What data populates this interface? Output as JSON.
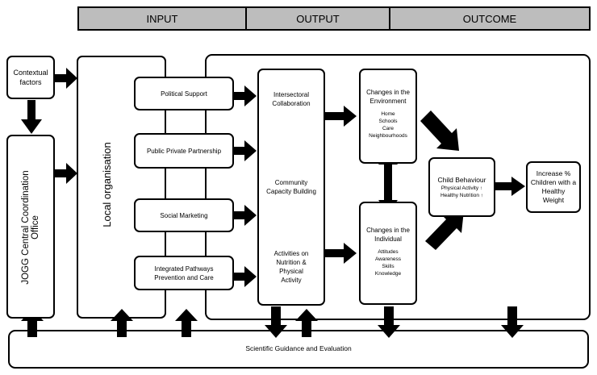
{
  "header": {
    "input": "INPUT",
    "output": "OUTPUT",
    "outcome": "OUTCOME"
  },
  "contextual": {
    "line1": "Contextual",
    "line2": "factors"
  },
  "jogg": {
    "line1": "JOGG Central Coordination",
    "line2": "Office"
  },
  "local_org": {
    "label": "Local organisation"
  },
  "inputs": [
    {
      "line1": "Political Support",
      "line2": ""
    },
    {
      "line1": "Public Private Partnership",
      "line2": ""
    },
    {
      "line1": "Social Marketing",
      "line2": ""
    },
    {
      "line1": "Integrated Pathways",
      "line2": "Prevention and Care"
    }
  ],
  "outputs": {
    "intersectoral": {
      "line1": "Intersectoral",
      "line2": "Collaboration"
    },
    "community": {
      "line1": "Community",
      "line2": "Capacity Building"
    },
    "activities": {
      "line1": "Activities on",
      "line2": "Nutrition &",
      "line3": "Physical",
      "line4": "Activity"
    }
  },
  "environment": {
    "title1": "Changes in the",
    "title2": "Environment",
    "items": [
      "Home",
      "Schools",
      "Care",
      "Neighbourhoods"
    ]
  },
  "individual": {
    "title1": "Changes in the",
    "title2": "Individual",
    "items": [
      "Attitudes",
      "Awareness",
      "Skills",
      "Knowledge"
    ]
  },
  "child": {
    "title": "Child Behaviour",
    "item1": "Physical Activity ↑",
    "item2": "Healthy Nutrition ↑"
  },
  "weight": {
    "line1": "Increase %",
    "line2": "Children with a",
    "line3": "Healthy",
    "line4": "Weight"
  },
  "footer": {
    "label": "Scientific Guidance and Evaluation"
  }
}
